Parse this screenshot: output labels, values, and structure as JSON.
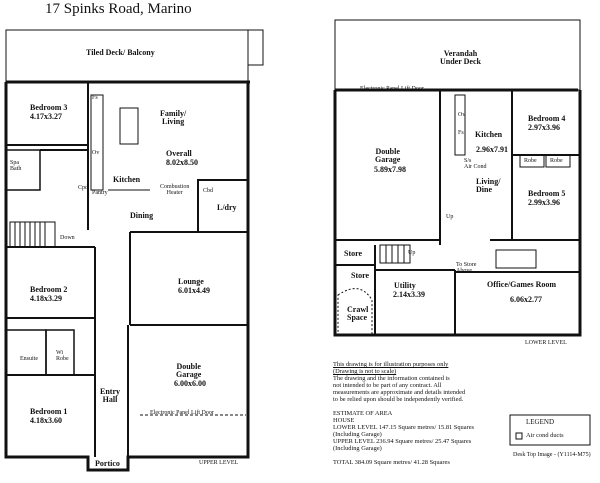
{
  "title": "17 Spinks Road, Marino",
  "upper": {
    "deck": "Tiled Deck/ Balcony",
    "bedroom3": {
      "name": "Bedroom 3",
      "dims": "4.17x3.27"
    },
    "family": "Family/\nLiving",
    "overall": {
      "name": "Overall",
      "dims": "8.02x8.50"
    },
    "fs": "Fs",
    "ov": "Ov",
    "spa_bath": "Spa\nBath",
    "kitchen": "Kitchen",
    "pantry": "Pantry",
    "combustion_heater": "Combustion\nHeater",
    "dining": "Dining",
    "ldry": "L/dry",
    "cbd": "Cbd",
    "cpd": "Cpd",
    "down": "Down",
    "bedroom2": {
      "name": "Bedroom 2",
      "dims": "4.18x3.29"
    },
    "lounge": {
      "name": "Lounge",
      "dims": "6.01x4.49"
    },
    "ensuite": "Ensuite",
    "wi_robe": "Wi\nRobe",
    "double_garage": {
      "name": "Double\nGarage",
      "dims": "6.00x6.00"
    },
    "entry_hall": "Entry\nHall",
    "bedroom1": {
      "name": "Bedroom 1",
      "dims": "4.18x3.60"
    },
    "electronic_door": "Electronic Panel Lift Door",
    "portico": "Portico",
    "level_label": "UPPER LEVEL"
  },
  "lower": {
    "verandah": "Verandah\nUnder Deck",
    "electronic_door": "Electronic Panel Lift Door",
    "ov": "Ov",
    "fs": "Fs",
    "kitchen": "Kitchen",
    "dims_kitchen": "2.96x7.91",
    "sa_aircond": "S/s\nAir Cond",
    "living_dine": "Living/\nDine",
    "double_garage": {
      "name": "Double\nGarage",
      "dims": "5.89x7.98"
    },
    "bedroom4": {
      "name": "Bedroom 4",
      "dims": "2.97x3.96"
    },
    "robe1": "Robe",
    "robe2": "Robe",
    "bedroom5": {
      "name": "Bedroom 5",
      "dims": "2.99x3.96"
    },
    "up1": "Up",
    "up2": "Up",
    "store1": "Store",
    "store2": "Store",
    "to_store_above": "To Store\nAbove",
    "utility": {
      "name": "Utility",
      "dims": "2.14x3.39"
    },
    "office": {
      "name": "Office/Games Room",
      "dims": "6.06x2.77"
    },
    "crawl_space": "Crawl\nSpace",
    "level_label": "LOWER LEVEL"
  },
  "notes": {
    "line1": "This drawing is for illustration purposes only",
    "line2": "(Drawing is not to scale)",
    "line3": "The drawing and the information contained is",
    "line4": "not intended to be part of any contract.  All",
    "line5": "measurements are approximate and details intended",
    "line6": "to be relied upon should be independently verified.",
    "estimate_title": "ESTIMATE OF AREA",
    "house": "HOUSE",
    "lower_level": "LOWER LEVEL 147.15 Square metres/   15.81 Squares",
    "incl1": "(Including Garage)",
    "upper_level": "UPPER LEVEL 236.94  Square metres/   25.47 Squares",
    "incl2": "(Including Garage)",
    "total": "TOTAL  384.09 Square metres/   41.28 Squares"
  },
  "legend": {
    "title": "LEGEND",
    "item": "Air cond ducts"
  },
  "footer": "Desk Top Image - (Y1114-M75)"
}
